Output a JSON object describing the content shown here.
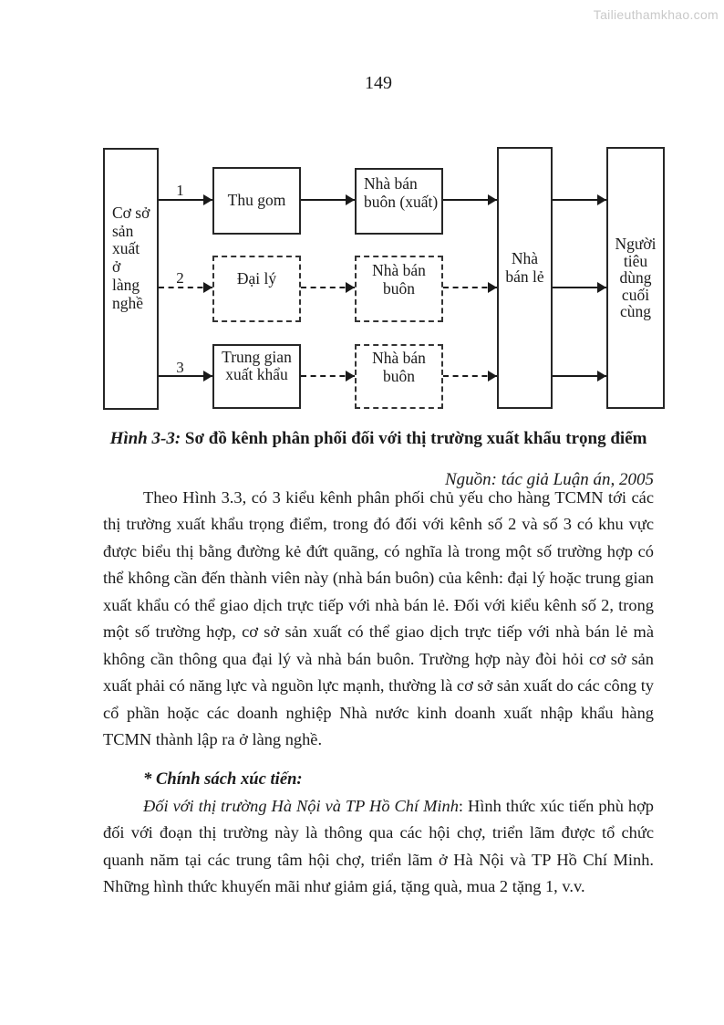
{
  "page": {
    "watermark": "Tailieuthamkhao.com",
    "page_number": "149"
  },
  "diagram": {
    "boxes": {
      "producer": {
        "label": "Cơ sở\nsản\nxuất\nở\nlàng\nnghề"
      },
      "collector": {
        "label": "Thu gom"
      },
      "wholesaler_export": {
        "label": "Nhà bán\nbuôn (xuất)"
      },
      "agent": {
        "label": "Đại lý"
      },
      "wholesaler_2": {
        "label": "Nhà bán\nbuôn"
      },
      "export_intermediary": {
        "label": "Trung gian\nxuất khẩu"
      },
      "wholesaler_3": {
        "label": "Nhà bán\nbuôn"
      },
      "retailer": {
        "label": "Nhà\nbán lẻ"
      },
      "consumer": {
        "label": "Người\ntiêu\ndùng\ncuối\ncùng"
      }
    },
    "channel_labels": {
      "c1": "1",
      "c2": "2",
      "c3": "3"
    }
  },
  "caption": {
    "label": "Hình 3-3:",
    "text": " Sơ đồ kênh phân phối đối với thị trường xuất khẩu trọng điểm"
  },
  "source": "Nguồn: tác giả Luận án, 2005",
  "body": {
    "para1": "Theo Hình 3.3, có 3 kiểu kênh phân phối chủ yếu cho hàng TCMN tới các thị trường xuất khẩu trọng điểm, trong đó đối với kênh số 2 và số 3 có khu vực được biểu thị bằng đường kẻ đứt quãng, có nghĩa là trong một số trường hợp có thể không cần đến thành viên này (nhà bán buôn) của kênh: đại lý hoặc trung gian xuất khẩu có thể giao dịch trực tiếp với nhà bán lẻ. Đối với kiểu kênh số 2, trong một số trường hợp, cơ sở sản xuất có thể giao dịch trực tiếp với nhà bán lẻ mà không cần thông qua đại lý và nhà bán buôn. Trường hợp này đòi hỏi cơ sở sản xuất phải có năng lực và nguồn lực mạnh, thường là cơ sở sản xuất do các công ty cổ phần hoặc các doanh nghiệp Nhà nước kinh doanh xuất nhập khẩu hàng TCMN thành lập ra ở làng nghề.",
    "heading": "* Chính sách xúc tiến:",
    "para2_lead": "Đối với thị trường Hà Nội và TP Hồ Chí Minh",
    "para2_rest": ": Hình thức xúc tiến phù hợp đối với đoạn thị trường này là thông qua các hội chợ, triển lãm được tổ chức quanh năm tại các trung tâm hội chợ, triển lãm ở Hà Nội và TP Hồ Chí Minh. Những hình thức khuyến mãi như giảm giá, tặng quà, mua 2 tặng 1, v.v."
  }
}
